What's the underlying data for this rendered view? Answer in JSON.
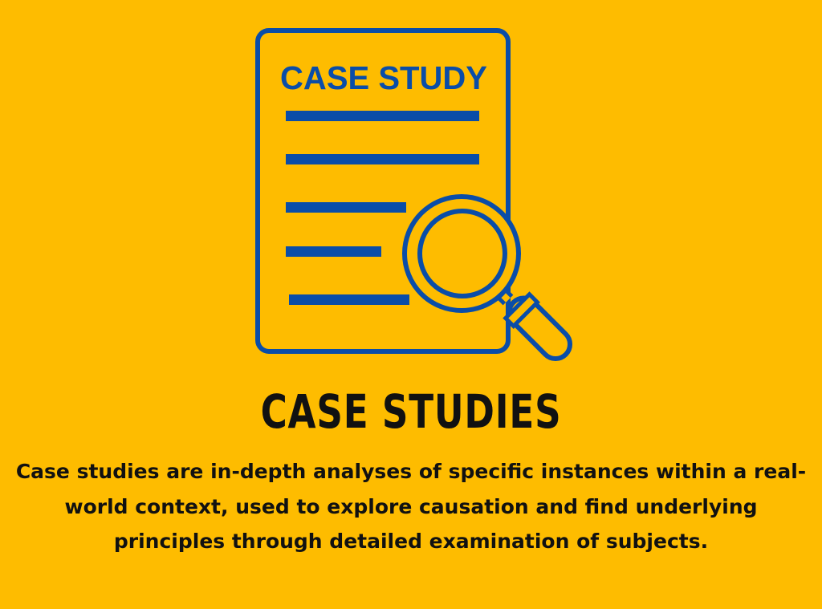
{
  "icon": {
    "name": "case-study-document-with-magnifier",
    "label": "CASE STUDY",
    "colors": {
      "background": "#FEBC00",
      "stroke": "#0A4DA8"
    }
  },
  "title": "CASE STUDIES",
  "description": "Case studies are in-depth analyses of specific instances within a real-world context, used to explore causation and find underlying principles through detailed examination of subjects."
}
